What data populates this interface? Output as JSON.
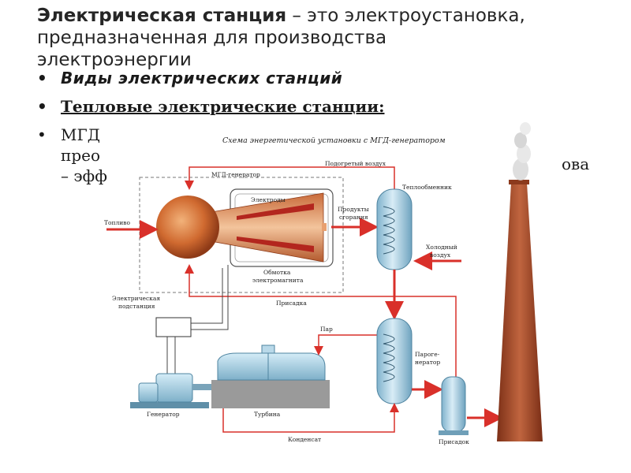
{
  "slide": {
    "title_bold": "Электрическая станция",
    "title_rest": " – это электроустановка, предназначенная для производства электроэнергии",
    "bullets": {
      "types": "Виды электрических станций",
      "thermal": "Тепловые электрические станции:",
      "mhd_line1": "МГД",
      "mhd_line2": "прео",
      "mhd_tail": "ова",
      "mhd_line3": "– эфф"
    }
  },
  "diagram": {
    "caption": "Схема энергетической установки с МГД-генератором",
    "labels": {
      "mhd_generator": "МГД-генератор",
      "heated_air": "Подогретый воздух",
      "heat_exchanger": "Теплообменник",
      "electrodes": "Электроды",
      "combustion_products_1": "Продукты",
      "combustion_products_2": "сгорания",
      "fuel": "Топливо",
      "cold_air_1": "Холодный",
      "cold_air_2": "воздух",
      "winding_1": "Обмотка",
      "winding_2": "электромагнита",
      "substation_1": "Электрическая",
      "substation_2": "подстанция",
      "additive": "Присадка",
      "steam": "Пар",
      "steam_gen_1": "Пароге-",
      "steam_gen_2": "нератор",
      "generator": "Генератор",
      "turbine": "Турбина",
      "condensate": "Конденсат",
      "additive_tank": "Присадок"
    }
  },
  "colors": {
    "flow": "#d9302a",
    "chimney": "#a0462b",
    "tank": "#a8d0e4",
    "reactor": "#c8632a"
  }
}
